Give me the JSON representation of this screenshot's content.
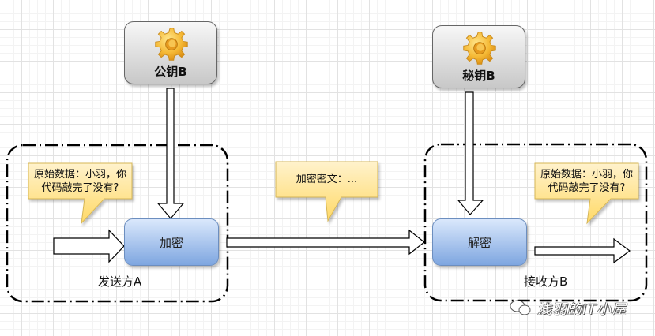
{
  "diagram": {
    "title": "Asymmetric encryption flow",
    "sender": {
      "group_label": "发送方A",
      "key_label": "公钥B",
      "key_icon": "gear-icon",
      "process_label": "加密",
      "bubble_line1": "原始数据：小羽，你",
      "bubble_line2": "代码敲完了没有?"
    },
    "channel": {
      "bubble_text": "加密密文：..."
    },
    "receiver": {
      "group_label": "接收方B",
      "key_label": "秘钥B",
      "key_icon": "gear-icon",
      "process_label": "解密",
      "bubble_line1": "原始数据：小羽，你",
      "bubble_line2": "代码敲完了没有?"
    },
    "watermark": "浅羽的IT小屋",
    "colors": {
      "process_fill_top": "#dae8fc",
      "process_fill_bottom": "#7ea6e0",
      "process_stroke": "#6c8ebf",
      "bubble_fill_top": "#fff2cc",
      "bubble_fill_bottom": "#ffd966",
      "bubble_stroke": "#d6b656",
      "key_fill_top": "#f7f7f7",
      "key_fill_bottom": "#c8c8c8",
      "gear": "#f0b030"
    }
  }
}
